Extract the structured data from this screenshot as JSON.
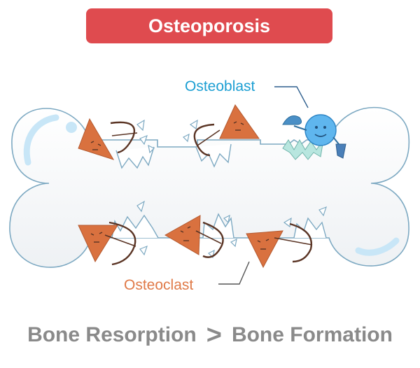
{
  "title": "Osteoporosis",
  "labels": {
    "osteoblast": "Osteoblast",
    "osteoclast": "Osteoclast"
  },
  "footer": {
    "left": "Bone Resorption",
    "operator": ">",
    "right": "Bone Formation"
  },
  "colors": {
    "banner": "#df4b4f",
    "osteoblast": "#1c9fd3",
    "osteoclast": "#e07a48",
    "bone_outline": "#7da9c2",
    "footer_text": "#8a8a8a"
  }
}
